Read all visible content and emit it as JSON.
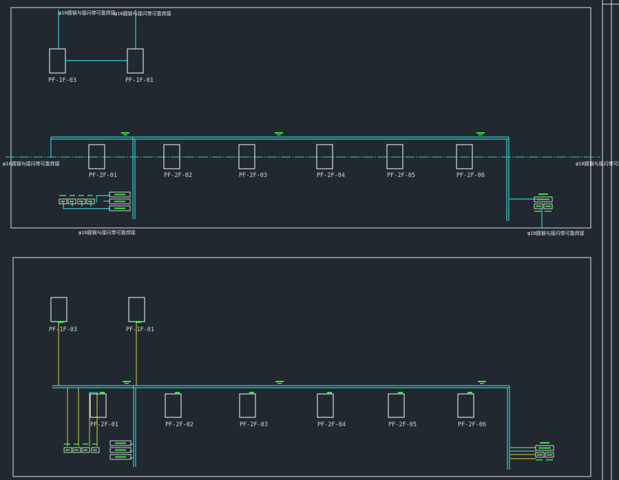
{
  "drawing": {
    "panels": [
      {
        "id": "upper",
        "floor1_units": [
          "PF-1F-03",
          "PF-1F-01"
        ],
        "floor2_units": [
          "PF-2F-01",
          "PF-2F-02",
          "PF-2F-03",
          "PF-2F-04",
          "PF-2F-05",
          "PF-2F-06"
        ],
        "annotation": "φ10圆钢与接闪带可靠焊接"
      },
      {
        "id": "lower",
        "floor1_units": [
          "PF-1F-03",
          "PF-1F-01"
        ],
        "floor2_units": [
          "PF-2F-01",
          "PF-2F-02",
          "PF-2F-03",
          "PF-2F-04",
          "PF-2F-05",
          "PF-2F-06"
        ]
      }
    ]
  },
  "colors": {
    "background": "#212830",
    "frame": "#e4e4e4",
    "duct": "#2fd3d3",
    "wire": "#d8d84a",
    "tag": "#3ee83e",
    "unit_box": "#ffffff"
  }
}
